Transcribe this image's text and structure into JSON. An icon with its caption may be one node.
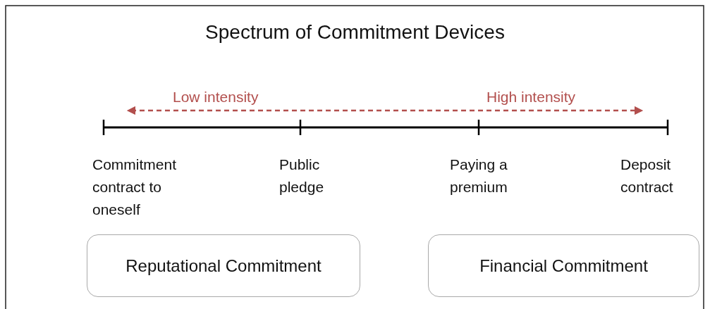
{
  "diagram": {
    "title": "Spectrum of Commitment Devices",
    "nodes": [
      {
        "text": [
          "Reputational Commitment"
        ]
      },
      {
        "text": [
          "Financial Commitment"
        ]
      }
    ],
    "labels": [
      "Low intensity",
      "High intensity",
      "Commitment contract to oneself",
      "Public pledge",
      "Paying a premium",
      "Deposit contract"
    ]
  }
}
